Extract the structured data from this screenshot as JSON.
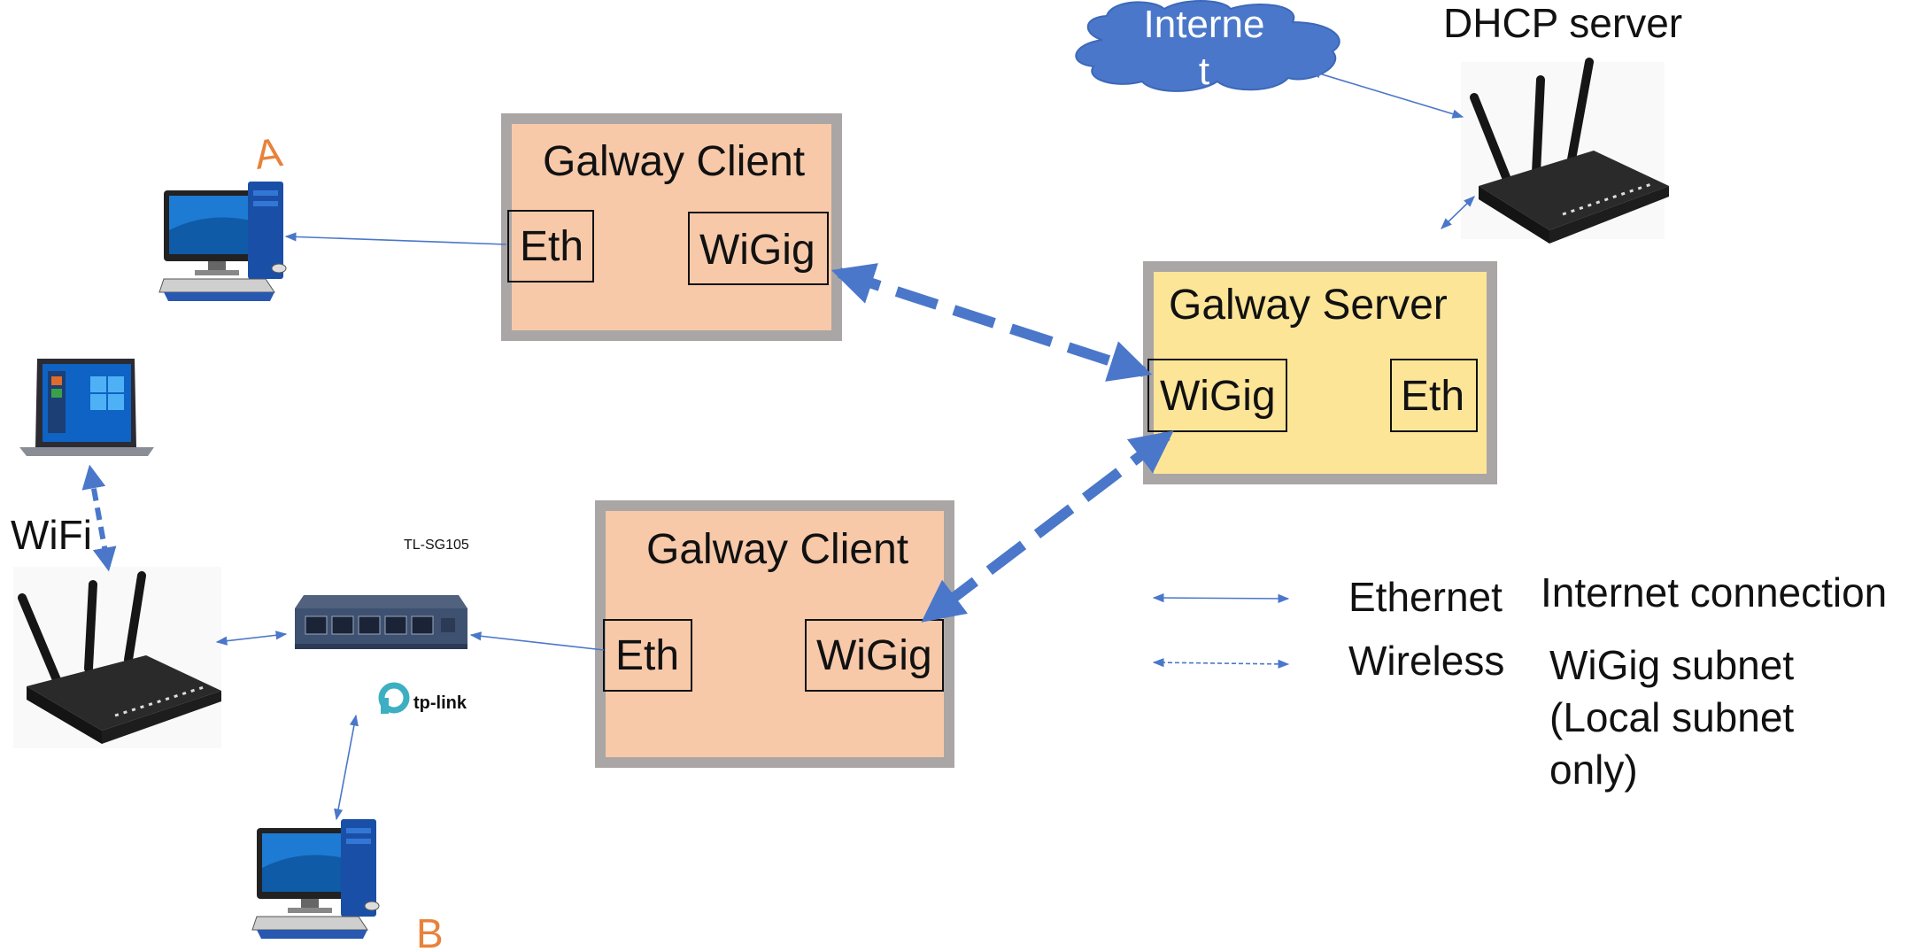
{
  "cloud": {
    "line1": "Interne",
    "line2": "t"
  },
  "dhcp_label": "DHCP server",
  "client_top": {
    "title": "Galway Client",
    "eth": "Eth",
    "wigig": "WiGig"
  },
  "client_bottom": {
    "title": "Galway Client",
    "eth": "Eth",
    "wigig": "WiGig"
  },
  "server": {
    "title": "Galway Server",
    "wigig": "WiGig",
    "eth": "Eth"
  },
  "pc_top_label": "A",
  "pc_bottom_label": "B",
  "wifi_label": "WiFi",
  "switch_model": "TL-SG105",
  "switch_brand": "tp-link",
  "legend": {
    "ethernet": "Ethernet",
    "wireless": "Wireless",
    "internet_connection": "Internet connection",
    "wigig_line1": "WiGig subnet",
    "wigig_line2": "(Local subnet",
    "wigig_line3": "only)"
  },
  "colors": {
    "client_fill": "#f7c9a9",
    "server_fill": "#fde598",
    "frame": "#aaa6a5",
    "link": "#4a77c9",
    "cloud": "#4a77c9",
    "label_orange": "#e8823a"
  }
}
